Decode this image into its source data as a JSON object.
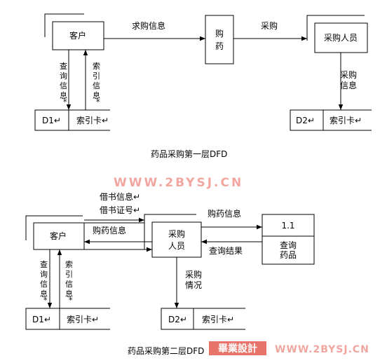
{
  "top_diagram": {
    "nodes": {
      "customer": "客户",
      "drug_line1": "购",
      "drug_line2": "药",
      "purchaser": "采购人员",
      "d1_id": "D1↵",
      "d1_name": "索引卡↵",
      "d2_id": "D2↵",
      "d2_name": "索引卡↵"
    },
    "flows": {
      "request_info": "求购信息",
      "purchase": "采购",
      "purchase_info": [
        "采购",
        "信息"
      ],
      "query_info": [
        "查",
        "询",
        "信",
        "息",
        "*"
      ],
      "index_info": [
        "索",
        "引",
        "信",
        "息",
        "*"
      ]
    },
    "caption": "药品采购第一层DFD"
  },
  "watermark_mid": "WWW.2BYSJ.CN",
  "bottom_diagram": {
    "nodes": {
      "customer": "客户",
      "purchaser_line1": "采购",
      "purchaser_line2": "人员",
      "process_id": "1.1",
      "process_line1": "查询",
      "process_line2": "药品",
      "d1_id": "D1↵",
      "d1_name": "索引卡↵",
      "d2_id": "D2↵",
      "d2_name": "索引卡↵"
    },
    "flows": {
      "borrow_info": "借书信息↵",
      "borrow_id": "借书证号↵",
      "drug_purchase_info_left": "购药信息",
      "drug_purchase_info_right": "购药信息",
      "query_result": "查询结果",
      "purchase_status": [
        "采购",
        "情况"
      ],
      "query_info": [
        "查",
        "询",
        "信",
        "息",
        "*"
      ],
      "index_info": [
        "索",
        "引",
        "信",
        "息",
        "*"
      ]
    },
    "caption": "药品采购第二层DFD"
  },
  "watermark_bottom": {
    "brand": "畢業設計",
    "url": "WWW.2BYSJ.CN"
  }
}
